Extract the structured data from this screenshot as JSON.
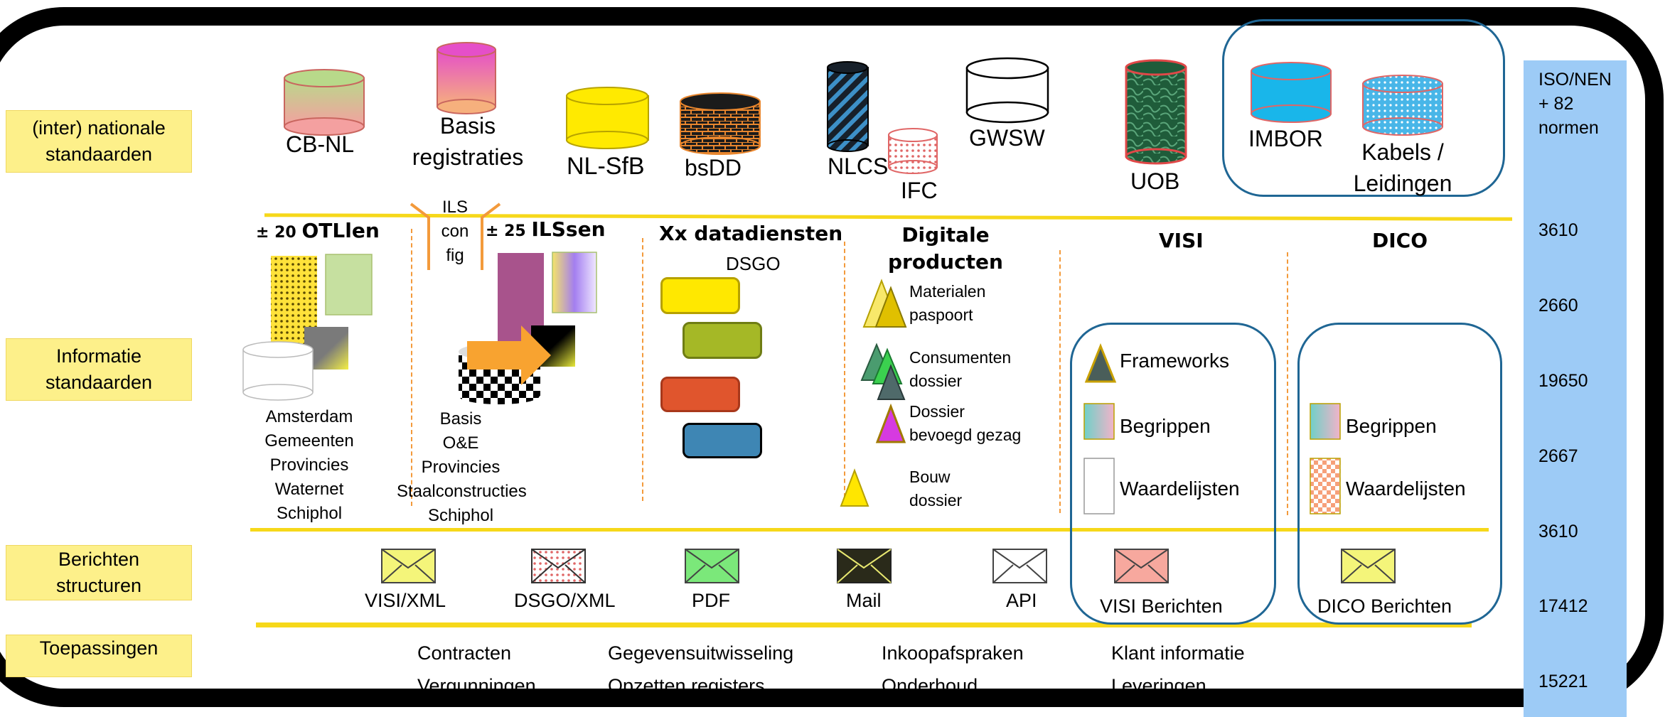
{
  "rows": {
    "national": "(inter) nationale standaarden",
    "info": "Informatie standaarden",
    "messages": "Berichten structuren",
    "apps": "Toepassingen"
  },
  "iso": {
    "header": "ISO/NEN + 82 normen",
    "numbers": [
      "3610",
      "2660",
      "19650",
      "2667",
      "3610",
      "17412",
      "15221"
    ]
  },
  "databases": {
    "cbnl": "CB-NL",
    "basis": "Basis registraties",
    "nlsfb": "NL-SfB",
    "bsdd": "bsDD",
    "nlcs": "NLCS",
    "ifc": "IFC",
    "gwsw": "GWSW",
    "uob": "UOB",
    "imbor": "IMBOR",
    "kabels": "Kabels / Leidingen"
  },
  "otl": {
    "prefix": "± 20",
    "title": "OTLlen",
    "items": [
      "Amsterdam",
      "Gemeenten",
      "Provincies",
      "Waternet",
      "Schiphol"
    ]
  },
  "ils": {
    "config": [
      "ILS",
      "con",
      "fig"
    ],
    "prefix": "± 25",
    "title": "ILSsen",
    "items": [
      "Basis",
      "O&E",
      "Provincies",
      "Staalconstructies",
      "Schiphol"
    ]
  },
  "datadiensten": {
    "title": "Xx datadiensten",
    "sub": "DSGO",
    "colors": [
      "#ffe800",
      "#a5b826",
      "#e0552d",
      "#3e86b4"
    ]
  },
  "digitale": {
    "title": "Digitale producten",
    "items": [
      {
        "line1": "Materialen",
        "line2": "paspoort"
      },
      {
        "line1": "Consumenten",
        "line2": "dossier"
      },
      {
        "line1": "Dossier",
        "line2": "bevoegd gezag"
      },
      {
        "line1": "Bouw",
        "line2": "dossier"
      }
    ]
  },
  "visi": {
    "title": "VISI",
    "items": [
      "Frameworks",
      "Begrippen",
      "Waardelijsten"
    ]
  },
  "dico": {
    "title": "DICO",
    "items": [
      "Begrippen",
      "Waardelijsten"
    ]
  },
  "messages": [
    "VISI/XML",
    "DSGO/XML",
    "PDF",
    "Mail",
    "API",
    "VISI Berichten",
    "DICO Berichten"
  ],
  "apps": [
    [
      "Contracten",
      "Vergunningen"
    ],
    [
      "Gegevensuitwisseling",
      "Opzetten registers"
    ],
    [
      "Inkoopafspraken",
      "Onderhoud"
    ],
    [
      "Klant informatie",
      "Leveringen"
    ]
  ],
  "colors": {
    "accent_yellow": "#f6d81a",
    "box_fill": "#fdf08a",
    "iso_blue": "#9dcbf6",
    "group_border": "#1f6694",
    "dash_orange": "#f39a3b"
  }
}
